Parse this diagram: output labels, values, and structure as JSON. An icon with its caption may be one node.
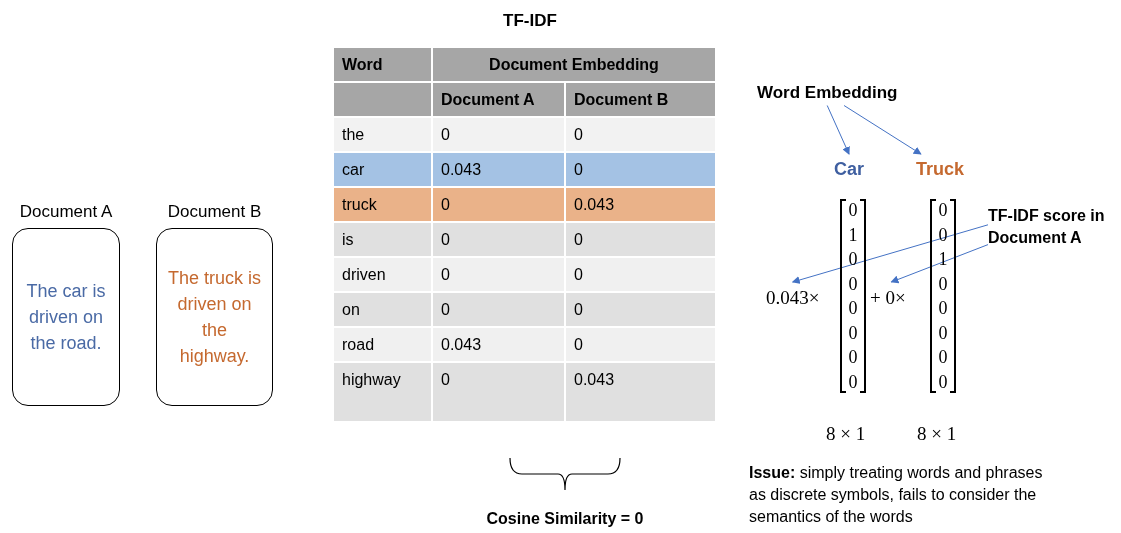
{
  "diagram": {
    "nodes": [
      {
        "text": [
          "Document A",
          "The car is driven on the road."
        ]
      },
      {
        "text": [
          "Document B",
          "The truck is driven on the highway."
        ]
      },
      {
        "text": [
          "Word Embedding"
        ]
      },
      {
        "text": [
          "Car"
        ]
      },
      {
        "text": [
          "Truck"
        ]
      },
      {
        "text": [
          "TF-IDF score in Document A"
        ]
      },
      {
        "text": [
          "0.043×"
        ]
      },
      {
        "text": [
          "+ 0×"
        ]
      }
    ],
    "edges": [
      {
        "from": 2,
        "to": 3,
        "arrow": "to"
      },
      {
        "from": 2,
        "to": 4,
        "arrow": "to"
      },
      {
        "from": 5,
        "to": 6,
        "arrow": "to"
      },
      {
        "from": 5,
        "to": 7,
        "arrow": "to"
      }
    ],
    "labels": [
      "TF-IDF",
      "Word",
      "Document Embedding",
      "Document A",
      "Document B",
      "the",
      "0",
      "0",
      "car",
      "0.043",
      "0",
      "truck",
      "0",
      "0.043",
      "is",
      "0",
      "0",
      "driven",
      "0",
      "0",
      "on",
      "0",
      "0",
      "road",
      "0.043",
      "0",
      "highway",
      "0",
      "0.043",
      "0",
      "1",
      "0",
      "0",
      "0",
      "0",
      "0",
      "0",
      "0",
      "0",
      "1",
      "0",
      "0",
      "0",
      "0",
      "0",
      "8 × 1",
      "8 × 1",
      "Cosine Similarity = 0",
      "**Issue:** simply treating words and phrases as discrete symbols, fails to consider the semantics of the words"
    ]
  }
}
